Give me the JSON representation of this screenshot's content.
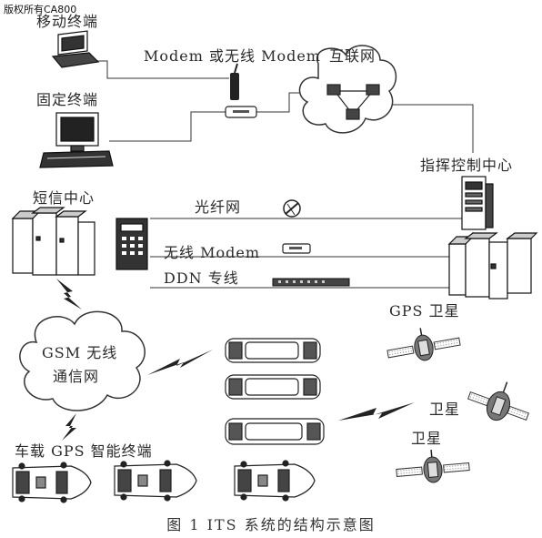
{
  "watermark": "版权所有CA800",
  "labels": {
    "mobile_terminal": "移动终端",
    "fixed_terminal": "固定终端",
    "modem_or_wireless": "Modem 或无线 Modem",
    "internet": "互联网",
    "command_center": "指挥控制中心",
    "sms_center": "短信中心",
    "fiber_network": "光纤网",
    "wireless_modem": "无线 Modem",
    "ddn_line": "DDN 专线",
    "gps_satellite": "GPS 卫星",
    "gsm_line1": "GSM 无线",
    "gsm_line2": "通信网",
    "satellite_1": "卫星",
    "satellite_2": "卫星",
    "vehicle_terminal": "车载 GPS 智能终端"
  },
  "caption": "图 1 ITS 系统的结构示意图"
}
